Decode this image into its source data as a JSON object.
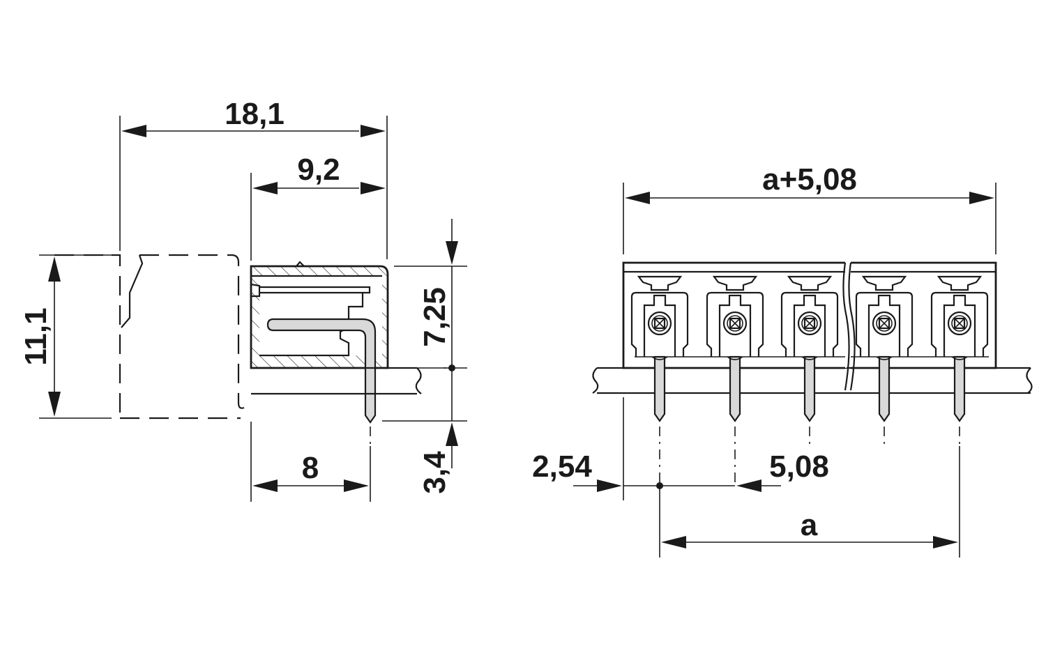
{
  "side_view": {
    "dims": {
      "overall_length": "18,1",
      "body_length": "9,2",
      "height": "11,1",
      "pin_offset": "8",
      "top_height": "7,25",
      "pin_length": "3,4"
    }
  },
  "front_view": {
    "dims": {
      "total_width": "a+5,08",
      "edge_offset": "2,54",
      "pitch": "5,08",
      "span": "a"
    },
    "positions": [
      1,
      2,
      3,
      4,
      5
    ]
  },
  "colors": {
    "line": "#1a1a1a",
    "pin_fill": "#d9d9d9",
    "background": "#ffffff"
  }
}
